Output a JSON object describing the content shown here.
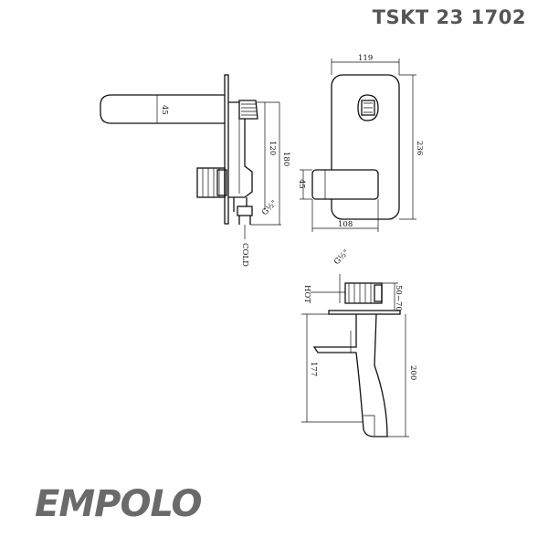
{
  "header": {
    "model_code": "TSKT 23 1702"
  },
  "brand": {
    "logo_text": "EMPOLO",
    "logo_color": "#6a6a6a"
  },
  "side_view": {
    "dim_spout_height": "45",
    "dim_inner_height": "120",
    "dim_total_height": "180",
    "dim_thread": "G½\"",
    "label_cold": "COLD"
  },
  "front_view": {
    "dim_width": "119",
    "dim_height": "236",
    "dim_lever_height": "45",
    "dim_lever_width": "108"
  },
  "top_view": {
    "dim_thread": "G½\"",
    "label_hot": "HOT",
    "dim_body": "50~70",
    "dim_projection": "177",
    "dim_total": "200"
  }
}
